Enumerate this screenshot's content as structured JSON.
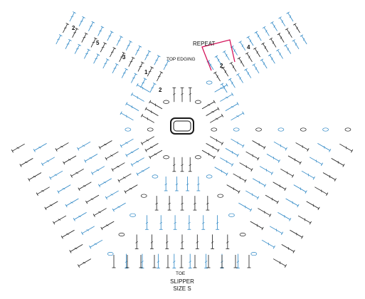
{
  "diagram": {
    "labels": {
      "top_edging": "TOP EDGING",
      "repeat": "REPEAT",
      "toe": "TOE",
      "title_line1": "SLIPPER",
      "title_line2": "SIZE S"
    },
    "round_numbers": [
      {
        "id": "round-2-left",
        "text": "2"
      },
      {
        "id": "round-5-left",
        "text": "5"
      },
      {
        "id": "round-3-left",
        "text": "3"
      },
      {
        "id": "round-1-left",
        "text": "1"
      },
      {
        "id": "round-2-inner",
        "text": "2"
      },
      {
        "id": "round-4-right",
        "text": "4"
      },
      {
        "id": "round-2-right",
        "text": "2"
      }
    ],
    "colors": {
      "black_rounds": "#1a1a1a",
      "blue_rounds": "#2b86c5",
      "repeat_bracket": "#d4145a"
    },
    "stitch_symbols": [
      "double-crochet",
      "chain"
    ],
    "center_motif": "magic-ring"
  }
}
